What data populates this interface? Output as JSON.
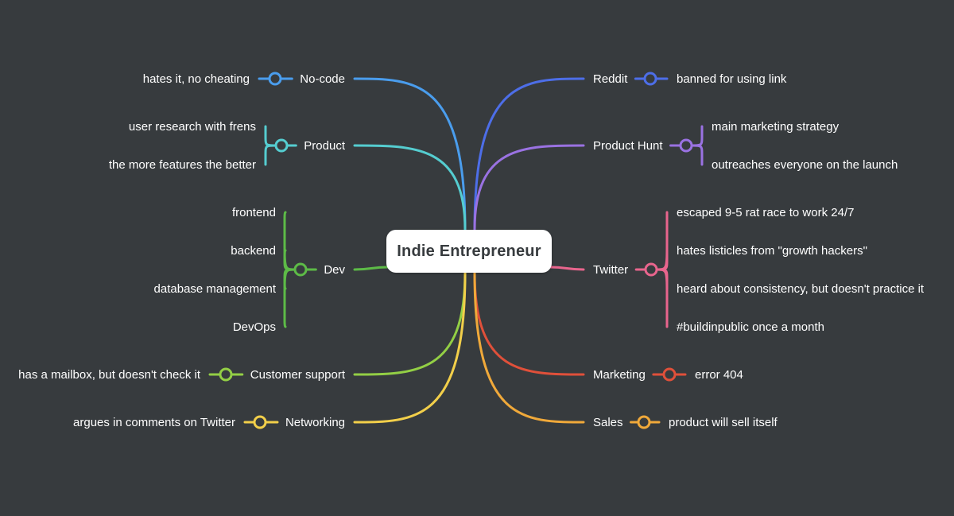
{
  "root": {
    "label": "Indie Entrepreneur"
  },
  "branches": [
    {
      "id": "no-code",
      "label": "No-code",
      "side": "left",
      "color": "#4a9ded",
      "children": [
        "hates it, no cheating"
      ]
    },
    {
      "id": "product",
      "label": "Product",
      "side": "left",
      "color": "#55cdd0",
      "children": [
        "user research with frens",
        "the more features the better"
      ]
    },
    {
      "id": "dev",
      "label": "Dev",
      "side": "left",
      "color": "#5dbb47",
      "children": [
        "frontend",
        "backend",
        "database management",
        "DevOps"
      ]
    },
    {
      "id": "customer-support",
      "label": "Customer support",
      "side": "left",
      "color": "#93cf45",
      "children": [
        "has a mailbox, but doesn't check it"
      ]
    },
    {
      "id": "networking",
      "label": "Networking",
      "side": "left",
      "color": "#f2cf4a",
      "children": [
        "argues in comments on Twitter"
      ]
    },
    {
      "id": "reddit",
      "label": "Reddit",
      "side": "right",
      "color": "#4d6ee8",
      "children": [
        "banned for using link"
      ]
    },
    {
      "id": "product-hunt",
      "label": "Product Hunt",
      "side": "right",
      "color": "#9a72e2",
      "children": [
        "main marketing strategy",
        "outreaches everyone on the launch"
      ]
    },
    {
      "id": "twitter",
      "label": "Twitter",
      "side": "right",
      "color": "#e8658d",
      "children": [
        "escaped 9-5 rat race to work 24/7",
        "hates listicles from \"growth hackers\"",
        "heard about consistency, but doesn't practice it",
        "#buildinpublic once a month"
      ]
    },
    {
      "id": "marketing",
      "label": "Marketing",
      "side": "right",
      "color": "#e0503a",
      "children": [
        "error 404"
      ]
    },
    {
      "id": "sales",
      "label": "Sales",
      "side": "right",
      "color": "#f0a93a",
      "children": [
        "product will sell itself"
      ]
    }
  ]
}
